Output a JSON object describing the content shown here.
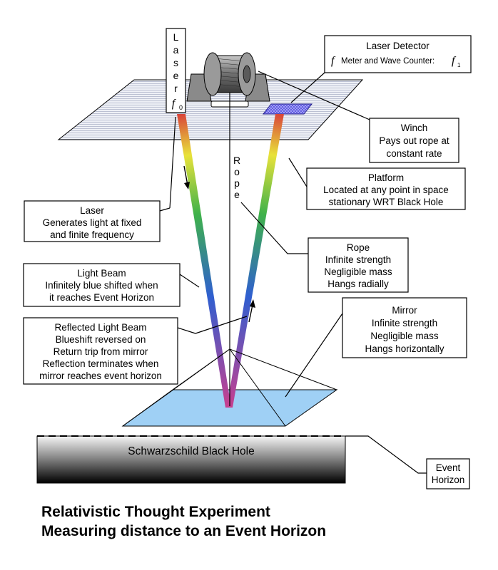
{
  "laser_device": {
    "letters": [
      "L",
      "a",
      "s",
      "e",
      "r"
    ],
    "freq_symbol": "f",
    "freq_sub": "0"
  },
  "rope_vertical": {
    "letters": [
      "R",
      "o",
      "p",
      "e"
    ]
  },
  "labels": {
    "laser_detector": {
      "title": "Laser Detector",
      "f_symbol": "f",
      "line2": "Meter and Wave Counter: ",
      "f1_symbol": "f",
      "f1_sub": "1"
    },
    "winch": [
      "Winch",
      "Pays out rope at",
      "constant rate"
    ],
    "platform": [
      "Platform",
      "Located at any point in space",
      "stationary WRT Black Hole"
    ],
    "laser": [
      "Laser",
      "Generates light at fixed",
      "and finite frequency"
    ],
    "rope": [
      "Rope",
      "Infinite strength",
      "Negligible mass",
      "Hangs radially"
    ],
    "light_beam": [
      "Light Beam",
      "Infinitely blue shifted when",
      "it reaches Event Horizon"
    ],
    "mirror": [
      "Mirror",
      "Infinite strength",
      "Negligible mass",
      "Hangs horizontally"
    ],
    "reflected_beam": [
      "Reflected Light Beam",
      "Blueshift reversed on",
      "Return trip from mirror",
      "Reflection terminates when",
      "mirror reaches event horizon"
    ],
    "event_horizon": [
      "Event",
      "Horizon"
    ]
  },
  "black_hole": {
    "label": "Schwarzschild Black Hole"
  },
  "caption": {
    "line1": "Relativistic Thought  Experiment",
    "line2": "Measuring distance to an Event Horizon"
  },
  "colors": {
    "platform_fill": "#eef0f6",
    "platform_hatch": "#8c92b0",
    "mirror_fill": "#9fd0f5",
    "detector_fill": "#5a55e0",
    "black_hole_top": "#ffffff",
    "black_hole_bottom": "#000000",
    "winch_body": "#8a8a8a",
    "beam_start": "#d9453a",
    "beam_mid_yellow": "#e8e23a",
    "beam_green": "#3fb24a",
    "beam_blue": "#2f5fd0",
    "beam_end": "#c8408f"
  }
}
